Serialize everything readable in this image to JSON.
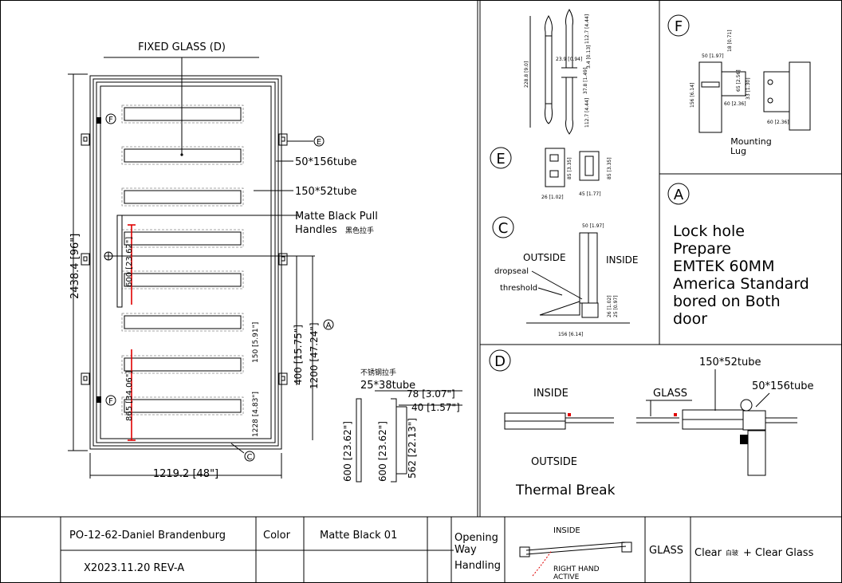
{
  "main": {
    "fixed_glass": "FIXED GLASS (D)",
    "tube_a": "50*156tube",
    "tube_b": "150*52tube",
    "handles_l1": "Matte Black Pull",
    "handles_l2": "Handles",
    "handles_cn": "黑色拉手",
    "callout_f": "F",
    "callout_e": "E",
    "callout_c": "C",
    "callout_a": "A",
    "dim_height": "2438.4 [96\"]",
    "dim_width": "1219.2 [48\"]",
    "dim_400": "400 [15.75\"]",
    "dim_1200": "1200 [47.24\"]",
    "dim_150": "150 [5.91\"]",
    "dim_1228": "1228 [4.83\"]",
    "dim_600r": "600 [23.62\"]",
    "dim_865": "865 [34.06\"]",
    "handle_note_cn": "不锈钢拉手",
    "handle_tube": "25*38tube",
    "dim_78": "78 [3.07\"]",
    "dim_40": "40 [1.57\"]",
    "dim_600a": "600 [23.62\"]",
    "dim_600b": "600 [23.62\"]",
    "dim_562": "562 [22.13\"]"
  },
  "detail_hinge": {
    "d1": "228.8 [9.0]",
    "d2": "112.7 [4.44]",
    "d3": "23.9 [0.94]",
    "d4": "37.8 [1.49]",
    "d5": "112.7 [4.44]",
    "d6": "3.4 [0.13]"
  },
  "detail_e": {
    "label": "E",
    "d1": "85 [3.35]",
    "d2": "26 [1.02]",
    "d3": "45 [1.77]",
    "d4": "85 [3.35]"
  },
  "detail_f": {
    "label": "F",
    "d1": "50 [1.97]",
    "d2": "18 [0.71]",
    "d3": "156 [6.14]",
    "d4": "65 [2.56]",
    "d5": "33 [1.30]",
    "d6": "60 [2.36]",
    "d7": "60 [2.36]",
    "caption_l1": "Mounting",
    "caption_l2": "Lug"
  },
  "detail_c": {
    "label": "C",
    "outside": "OUTSIDE",
    "inside": "INSIDE",
    "dropseal": "dropseal",
    "threshold": "threshold",
    "d1": "50 [1.97]",
    "d2": "156 [6.14]",
    "d3": "26 [1.02]",
    "d4": "25 [0.97]"
  },
  "detail_a": {
    "label": "A",
    "line1": "Lock hole",
    "line2": "Prepare",
    "line3": "EMTEK 60MM",
    "line4": "America Standard",
    "line5": "bored on Both",
    "line6": "door"
  },
  "detail_d": {
    "label": "D",
    "tube_b": "150*52tube",
    "tube_a": "50*156tube",
    "inside": "INSIDE",
    "glass": "GLASS",
    "outside": "OUTSIDE",
    "thermal": "Thermal Break"
  },
  "title_block": {
    "po": "PO-12-62-Daniel Brandenburg",
    "revision": "X2023.11.20 REV-A",
    "color_label": "Color",
    "color_value": "Matte Black 01",
    "opening_l1": "Opening",
    "opening_l2": "Way",
    "opening_l3": "Handling",
    "swing_inside": "INSIDE",
    "swing_l1": "RIGHT HAND",
    "swing_l2": "ACTIVE",
    "glass_label": "GLASS",
    "glass_cn": "白玻",
    "glass_value_a": "Clear",
    "glass_value_b": "+ Clear Glass"
  },
  "colors": {
    "accent_red": "#e00000",
    "line": "#000000"
  }
}
